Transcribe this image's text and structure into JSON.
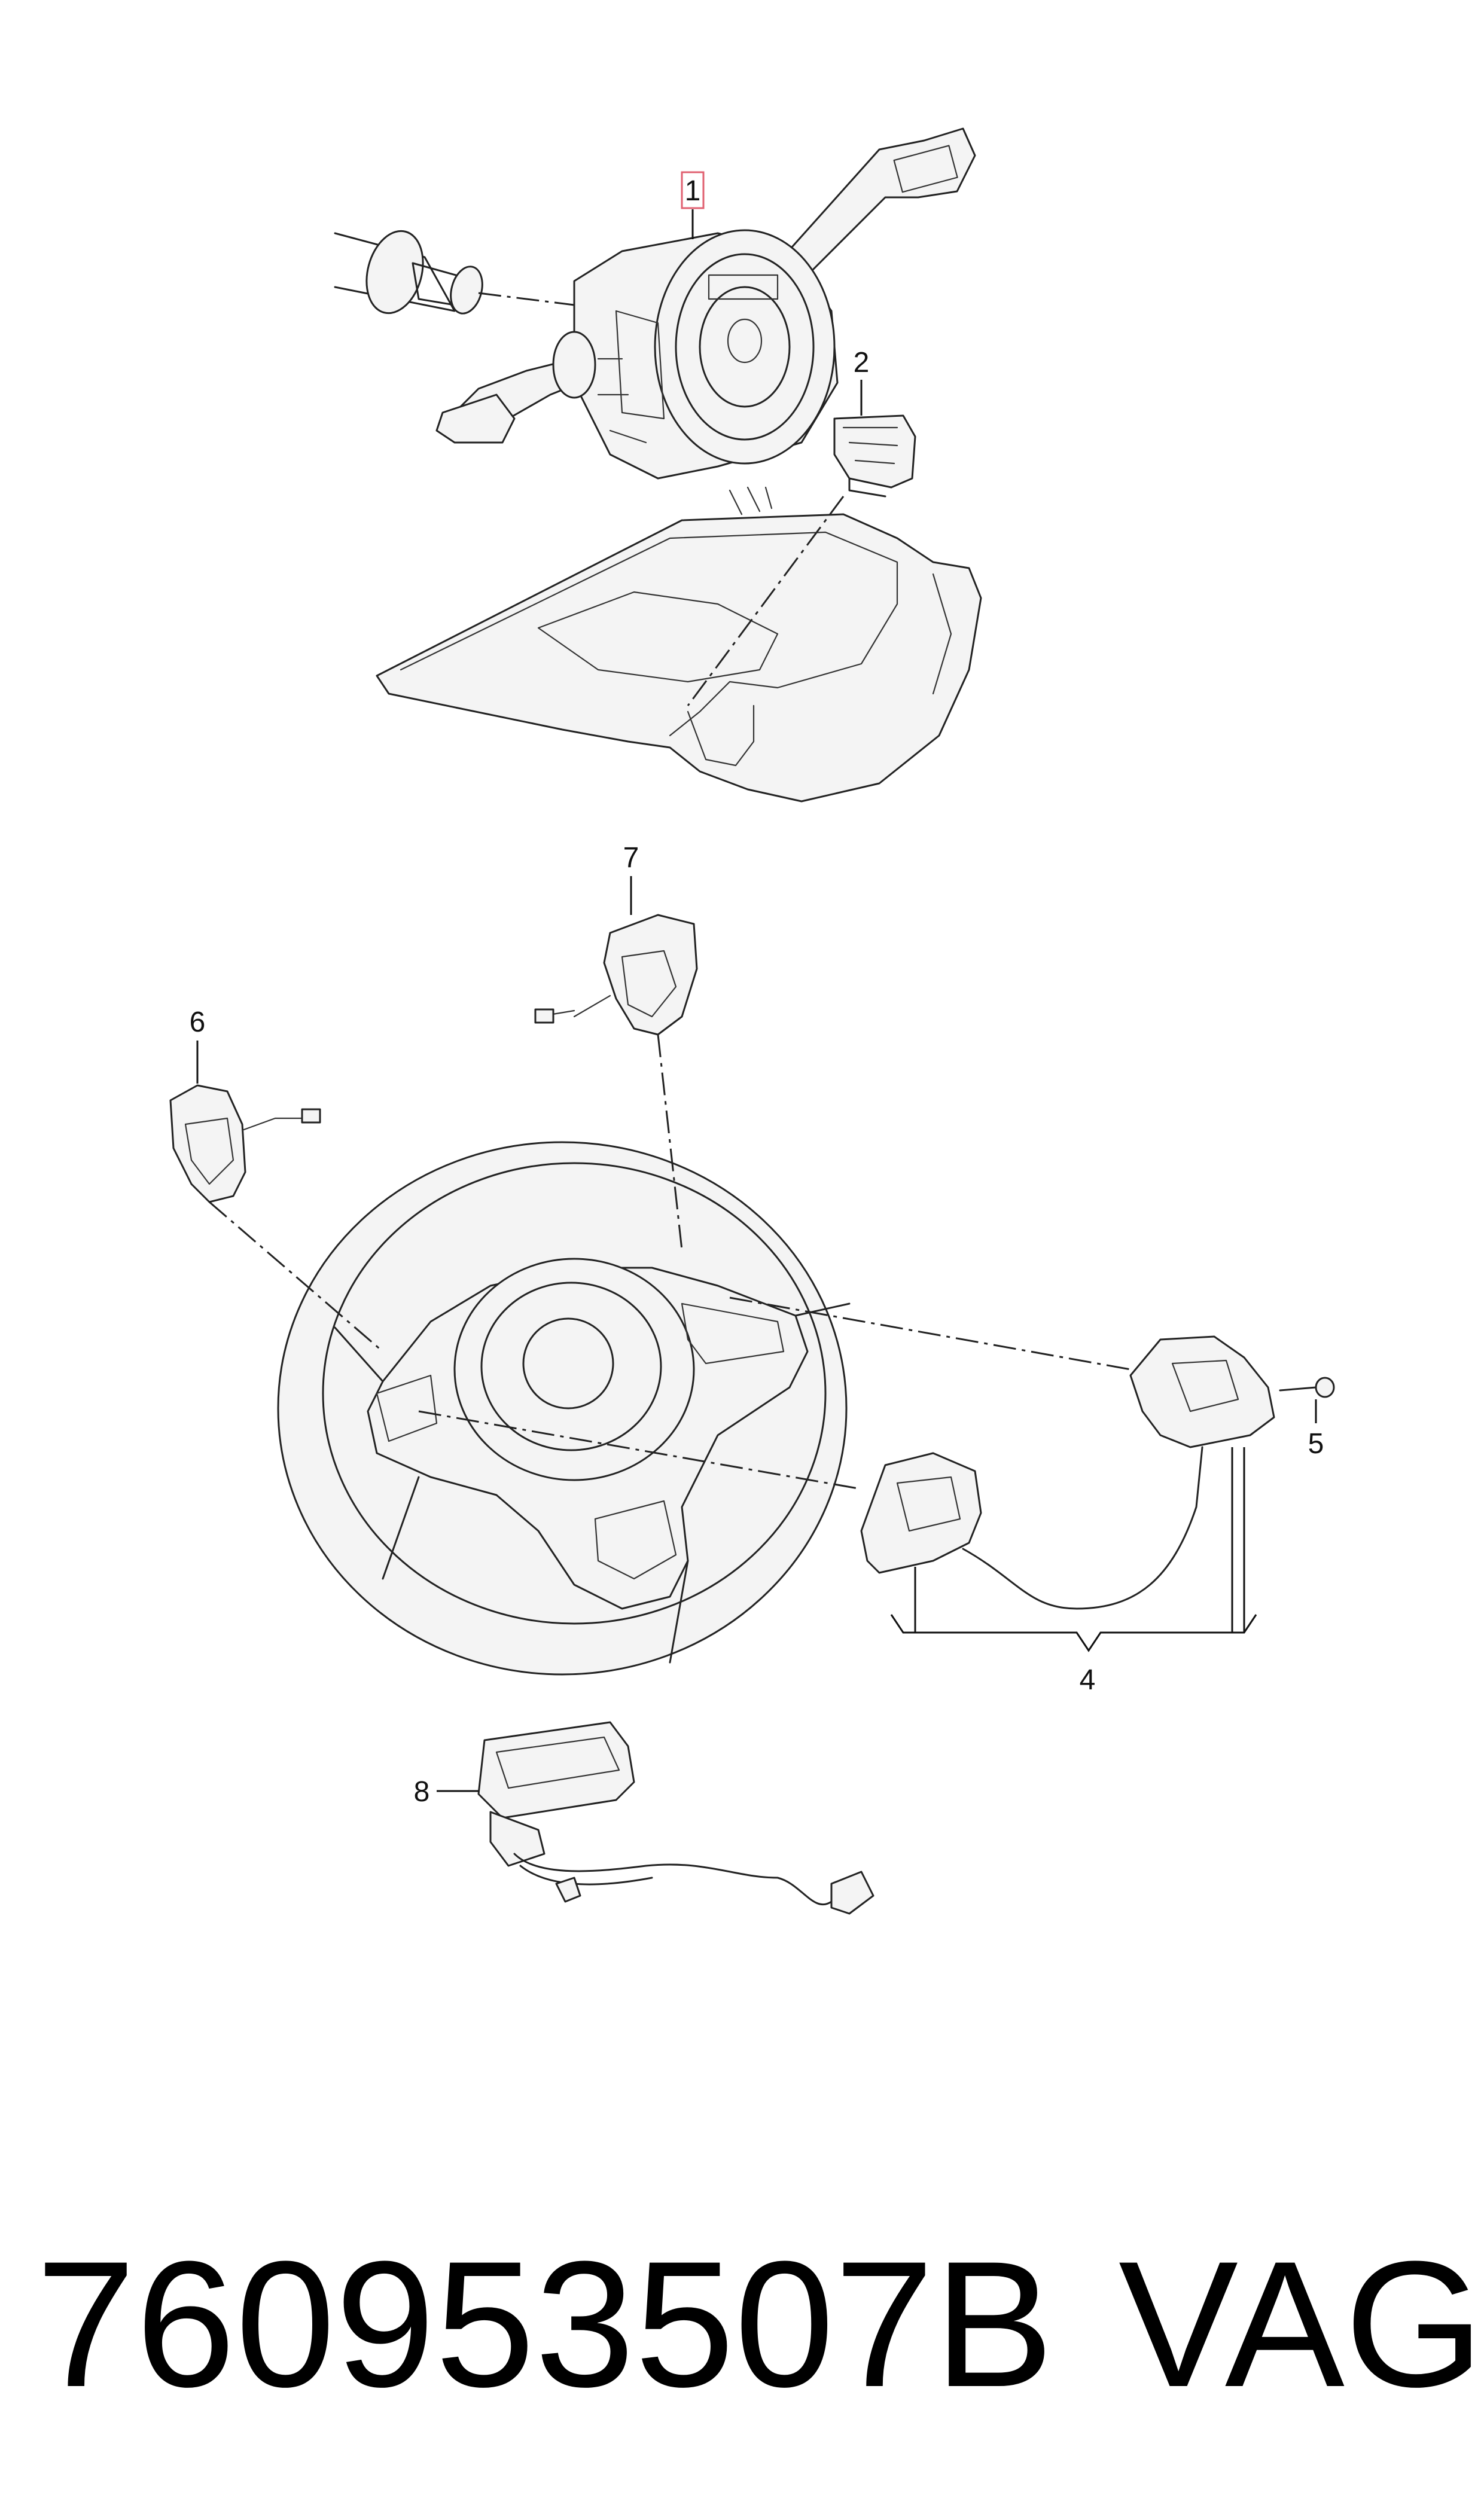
{
  "diagram": {
    "callouts": [
      {
        "id": "1",
        "label": "1",
        "highlighted": true
      },
      {
        "id": "2",
        "label": "2"
      },
      {
        "id": "4",
        "label": "4"
      },
      {
        "id": "5",
        "label": "5"
      },
      {
        "id": "6",
        "label": "6"
      },
      {
        "id": "7",
        "label": "7"
      },
      {
        "id": "8",
        "label": "8"
      }
    ],
    "highlight_color": "#e06070"
  },
  "footer": {
    "part_number": "760953507B",
    "brand": "VAG"
  }
}
